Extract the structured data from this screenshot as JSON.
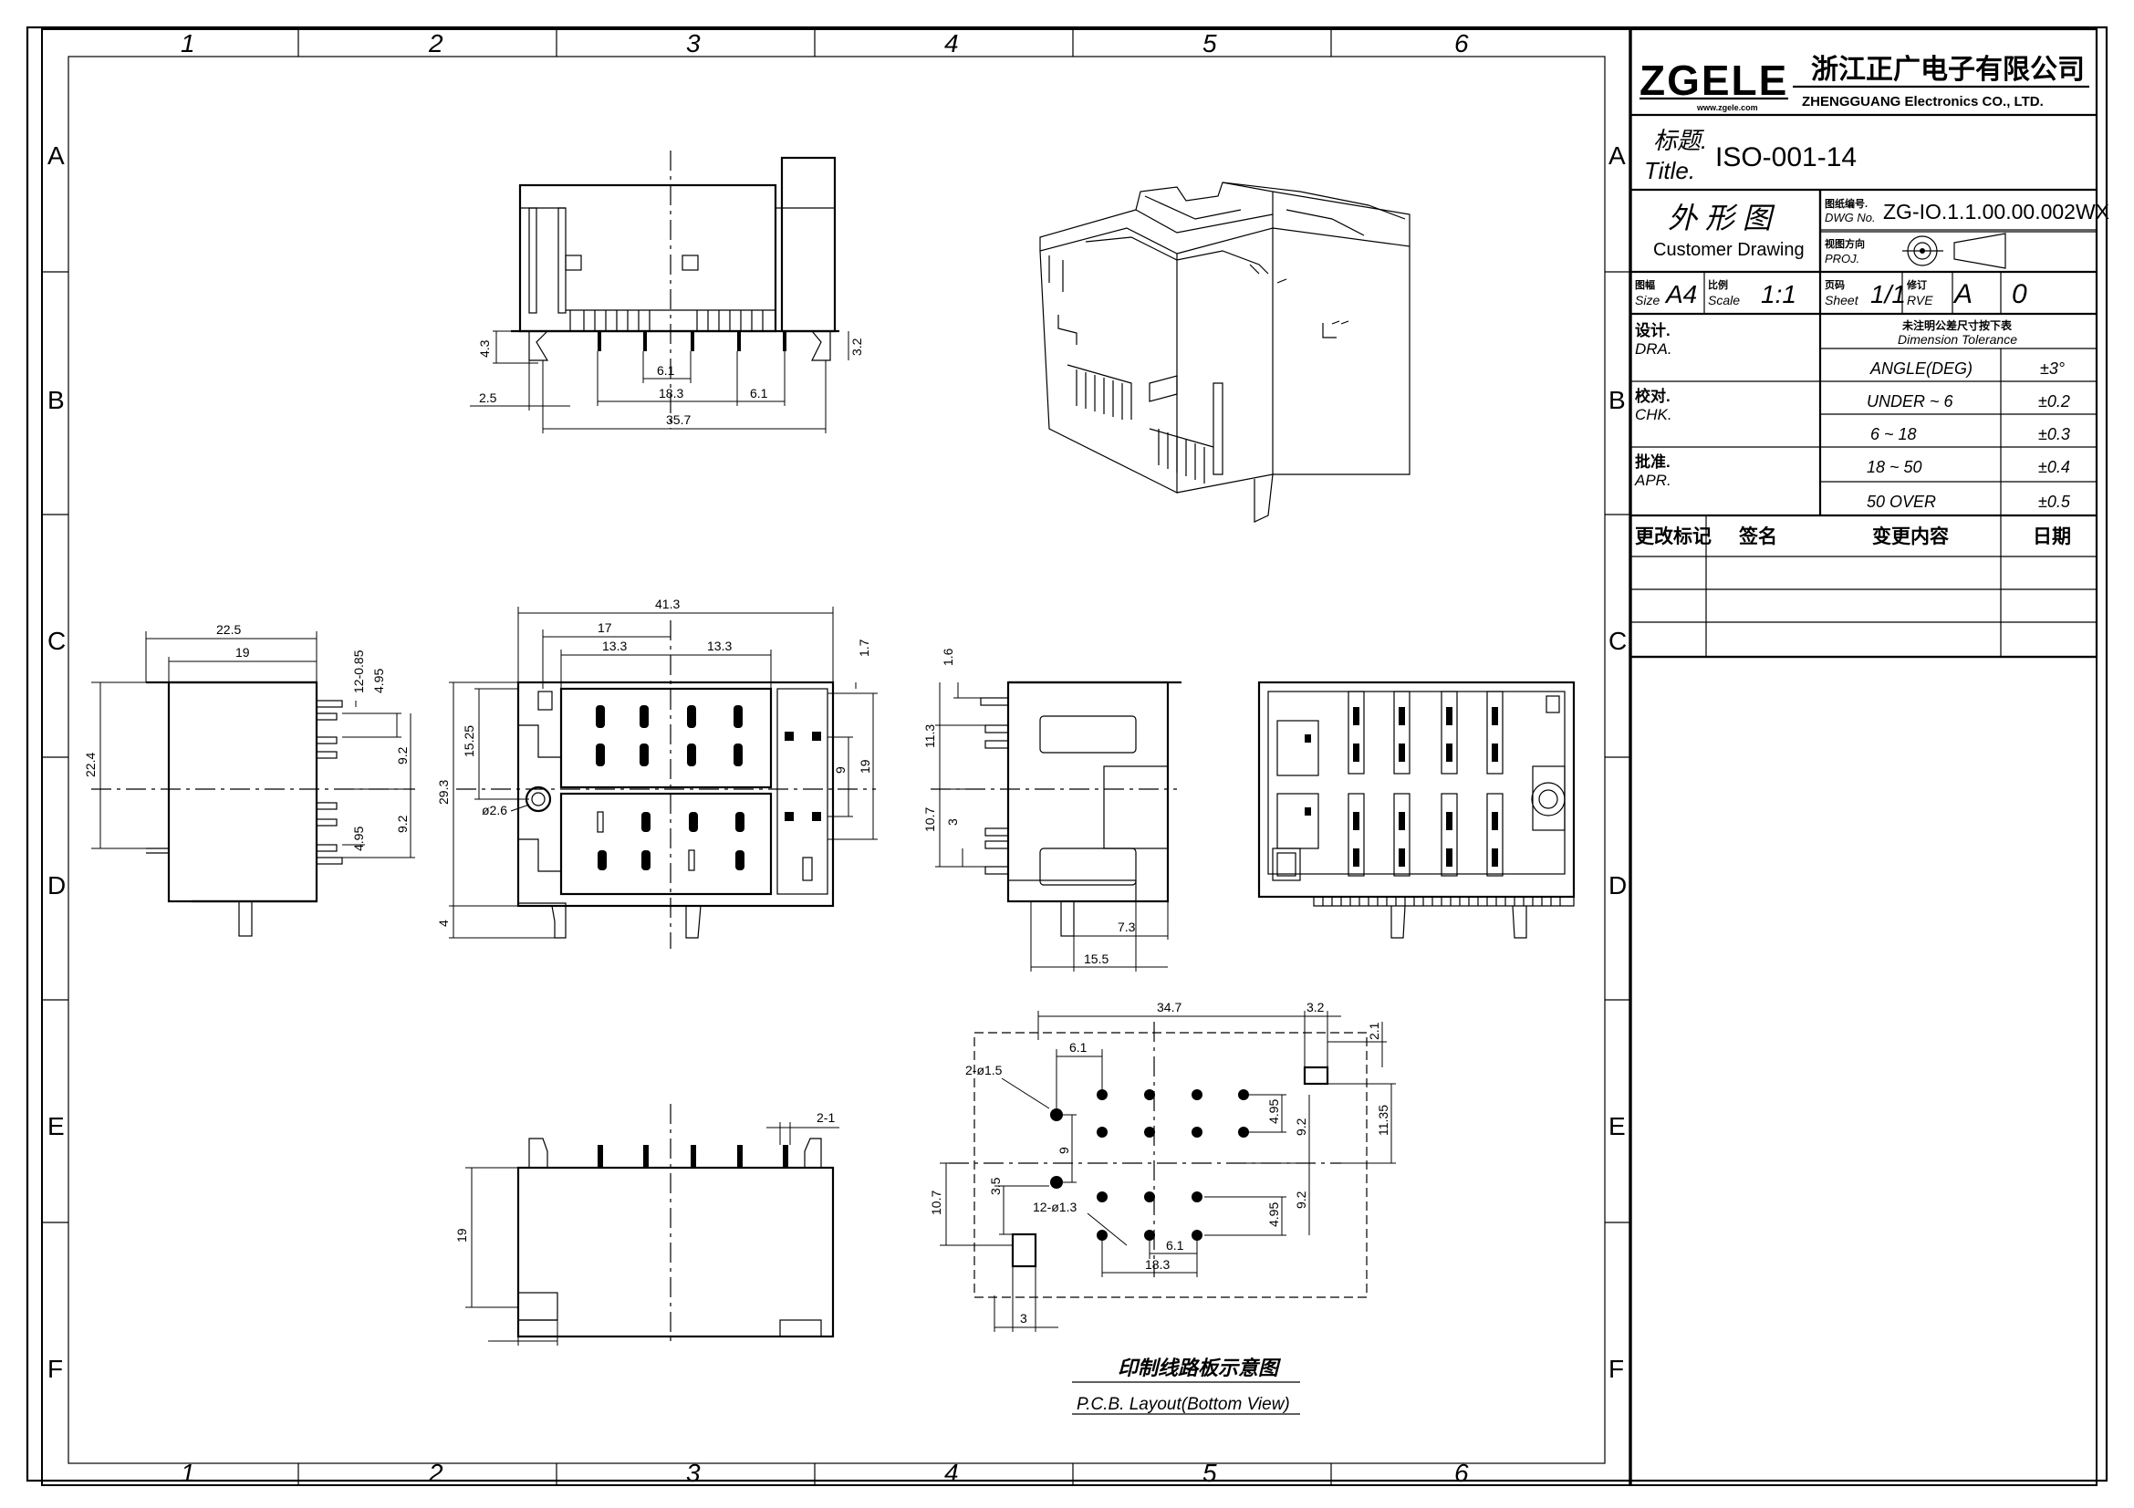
{
  "border": {
    "columns": [
      "1",
      "2",
      "3",
      "4",
      "5",
      "6"
    ],
    "rows": [
      "A",
      "B",
      "C",
      "D",
      "E",
      "F"
    ]
  },
  "title_block": {
    "logo": "ZGELE",
    "logo_url": "www.zgele.com",
    "company_cn": "浙江正广电子有限公司",
    "company_en": "ZHENGGUANG Electronics CO., LTD.",
    "title_label_cn": "标题.",
    "title_label_en": "Title.",
    "title_value": "ISO-001-14",
    "drawing_type_cn": "外 形 图",
    "drawing_type_en": "Customer Drawing",
    "dwg_no_label_cn": "图纸编号.",
    "dwg_no_label_en": "DWG No.",
    "dwg_no_value": "ZG-IO.1.1.00.00.002WX",
    "proj_label_cn": "视图方向",
    "proj_label_en": "PROJ.",
    "size_label_cn": "图幅",
    "size_label_en": "Size",
    "size_value": "A4",
    "scale_label_cn": "比例",
    "scale_label_en": "Scale",
    "scale_value": "1:1",
    "sheet_label_cn": "页码",
    "sheet_label_en": "Sheet",
    "sheet_value": "1/1",
    "rev_label_cn": "修订",
    "rev_label_en": "RVE",
    "rev_value": "A",
    "rev_extra": "0",
    "design_cn": "设计.",
    "design_en": "DRA.",
    "check_cn": "校对.",
    "check_en": "CHK.",
    "approve_cn": "批准.",
    "approve_en": "APR.",
    "tolerance_title_cn": "未注明公差尺寸按下表",
    "tolerance_title_en": "Dimension Tolerance",
    "tolerances": [
      {
        "range": "ANGLE(DEG)",
        "tol": "±3°"
      },
      {
        "range": "UNDER ~ 6",
        "tol": "±0.2"
      },
      {
        "range": "6 ~ 18",
        "tol": "±0.3"
      },
      {
        "range": "18 ~ 50",
        "tol": "±0.4"
      },
      {
        "range": "50 OVER",
        "tol": "±0.5"
      }
    ],
    "revision_headers": [
      "更改标记",
      "签名",
      "变更内容",
      "日期"
    ]
  },
  "views": {
    "pcb_title_cn": "印制线路板示意图",
    "pcb_title_en": "P.C.B. Layout(Bottom View)"
  },
  "dimensions": {
    "top": {
      "d1": "4.3",
      "d2": "3.2",
      "d3": "6.1",
      "d4": "18.3",
      "d5": "6.1",
      "d6": "2.5",
      "d7": "35.7"
    },
    "side": {
      "d1": "22.5",
      "d2": "19",
      "d3": "12-0.85",
      "d4": "4.95",
      "d5": "9.2",
      "d6": "9.2",
      "d7": "4.95",
      "d8": "22.4"
    },
    "front": {
      "d1": "41.3",
      "d2": "17",
      "d3": "13.3",
      "d4": "13.3",
      "d5": "1.7",
      "d6": "15.25",
      "d7": "29.3",
      "d8": "ø2.6",
      "d9": "9",
      "d10": "19",
      "d11": "4"
    },
    "right": {
      "d1": "1.6",
      "d2": "11.3",
      "d3": "10.7",
      "d4": "3",
      "d5": "7.3",
      "d6": "15.5"
    },
    "bottom": {
      "d1": "2-1",
      "d2": "19",
      "d3": "3"
    },
    "pcb": {
      "d1": "34.7",
      "d2": "3.2",
      "d3": "2.1",
      "d4": "6.1",
      "d5": "2-ø1.5",
      "d6": "4.95",
      "d7": "9.2",
      "d8": "11.35",
      "d9": "9",
      "d10": "3.5",
      "d11": "12-ø1.3",
      "d12": "10.7",
      "d13": "4.95",
      "d14": "9.2",
      "d15": "6.1",
      "d16": "18.3"
    }
  }
}
